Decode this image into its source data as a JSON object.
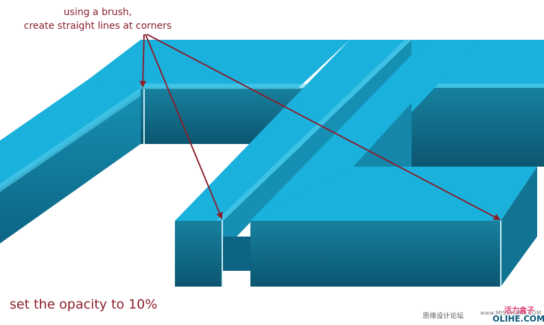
{
  "annotations": {
    "top_line1": "using a brush,",
    "top_line2": "create straight lines at corners",
    "bottom": "set the opacity to 10%"
  },
  "watermark": {
    "chinese": "思缘设计论坛",
    "url": "www.MISSYUAN.COM",
    "brand": "活力盒子",
    "logo": "OLIHE.COM"
  },
  "colors": {
    "top_face": "#1ab1dd",
    "front_face_top": "#16809e",
    "front_face_bottom": "#0c5872",
    "highlight": "#5fd4ee",
    "annotation": "#8b1f2b",
    "arrow": "#8b1f2b"
  }
}
